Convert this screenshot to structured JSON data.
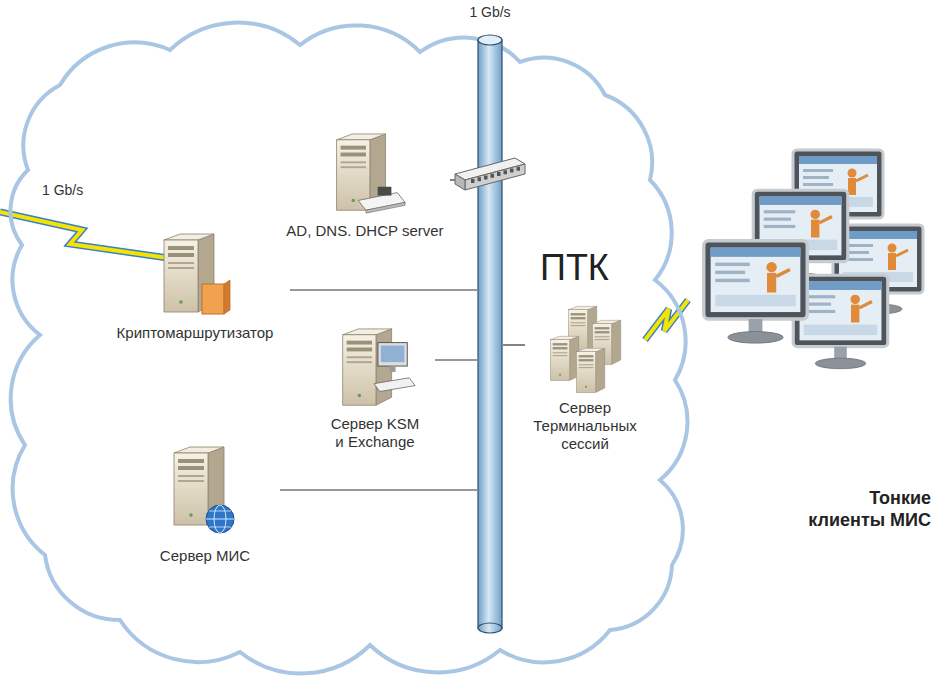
{
  "diagram": {
    "nodes": [
      {
        "text": [
          "ПТК"
        ]
      },
      {
        "text": [
          "1 Gb/s"
        ],
        "in": 0
      },
      {
        "text": [
          "AD, DNS. DHCP server"
        ],
        "in": 0
      },
      {
        "text": [
          "Криптомаршрутизатор"
        ],
        "in": 0
      },
      {
        "text": [
          "Сервер KSM и Exchange"
        ],
        "in": 0
      },
      {
        "text": [
          "Сервер Терминальных сессий"
        ],
        "in": 0
      },
      {
        "text": [
          "Сервер МИС"
        ],
        "in": 0
      },
      {
        "text": [
          "Тонкие клиенты МИС"
        ]
      }
    ],
    "edges": [
      {
        "from": 2,
        "to": 1,
        "arrow": "none"
      },
      {
        "from": 3,
        "to": 1,
        "arrow": "none"
      },
      {
        "from": 4,
        "to": 1,
        "arrow": "none"
      },
      {
        "from": 5,
        "to": 1,
        "arrow": "none"
      },
      {
        "from": 6,
        "to": 1,
        "arrow": "none"
      },
      {
        "from": 5,
        "to": 7,
        "arrow": "none"
      }
    ],
    "labels": [
      "1 Gb/s"
    ]
  }
}
